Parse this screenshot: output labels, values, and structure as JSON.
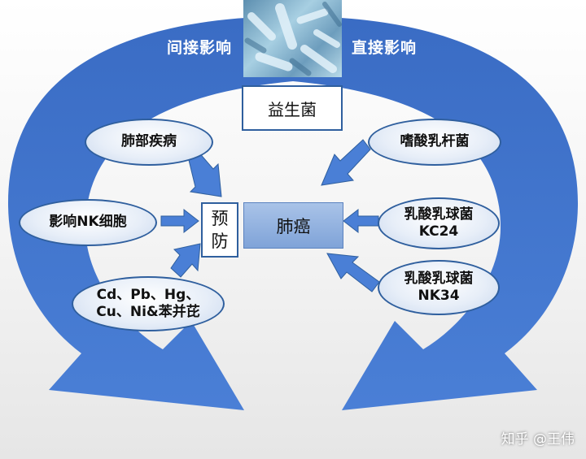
{
  "top_labels": {
    "indirect": "间接影响",
    "direct": "直接影响"
  },
  "probiotics": "益生菌",
  "center": "肺癌",
  "prevention": [
    "预",
    "防"
  ],
  "left_factors": {
    "lung_disease": "肺部疾病",
    "nk_cells": "影响NK细胞",
    "metals_line1": "Cd、Pb、Hg、",
    "metals_line2": "Cu、Ni&苯并芘"
  },
  "right_bacteria": {
    "lacto_rod": "嗜酸乳杆菌",
    "kc24_line1": "乳酸乳球菌",
    "kc24_line2": "KC24",
    "nk34_line1": "乳酸乳球菌",
    "nk34_line2": "NK34"
  },
  "watermark": "知乎 @王伟",
  "colors": {
    "arrow_blue": "#3f70c5",
    "outline": "#2f5f9e",
    "center_box": "#8aaddf"
  }
}
